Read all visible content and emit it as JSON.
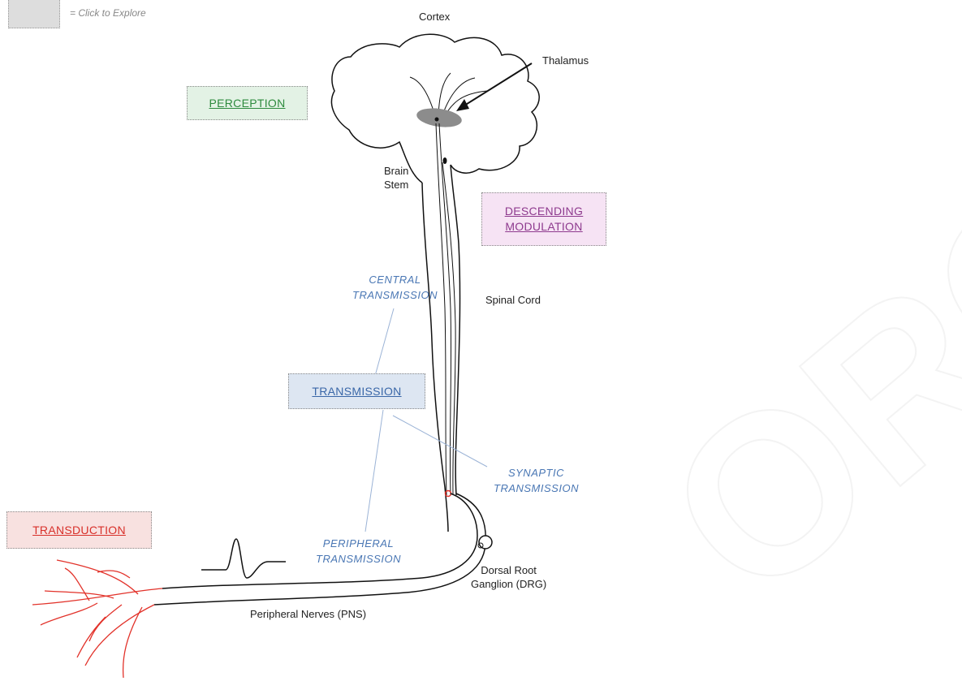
{
  "legend": {
    "text": "= Click to Explore"
  },
  "labels": {
    "cortex": "Cortex",
    "thalamus": "Thalamus",
    "brain_stem_line1": "Brain",
    "brain_stem_line2": "Stem",
    "spinal_cord": "Spinal Cord",
    "drg_line1": "Dorsal Root",
    "drg_line2": "Ganglion (DRG)",
    "peripheral_nerves": "Peripheral Nerves (PNS)"
  },
  "sublabels": {
    "central_line1": "CENTRAL",
    "central_line2": "TRANSMISSION",
    "synaptic_line1": "SYNAPTIC",
    "synaptic_line2": "TRANSMISSION",
    "peripheral_line1": "PERIPHERAL",
    "peripheral_line2": "TRANSMISSION"
  },
  "boxes": {
    "perception": {
      "label": "PERCEPTION",
      "text_color": "#2e8b3e",
      "bg": "#e3f2e5"
    },
    "descending_line1": "DESCENDING",
    "descending_line2": "MODULATION",
    "descending": {
      "text_color": "#8e3a8e",
      "bg": "#f6e3f4"
    },
    "transmission": {
      "label": "TRANSMISSION",
      "text_color": "#3a67a8",
      "bg": "#dde6f2"
    },
    "transduction": {
      "label": "TRANSDUCTION",
      "text_color": "#d8302a",
      "bg": "#f8e1e0"
    }
  },
  "watermark": {
    "text": "ORG",
    "color": "#ffffff"
  },
  "colors": {
    "nerve_ending": "#e2322a",
    "connector": "#9bb3d6",
    "thalamus": "#8c8c8c"
  }
}
